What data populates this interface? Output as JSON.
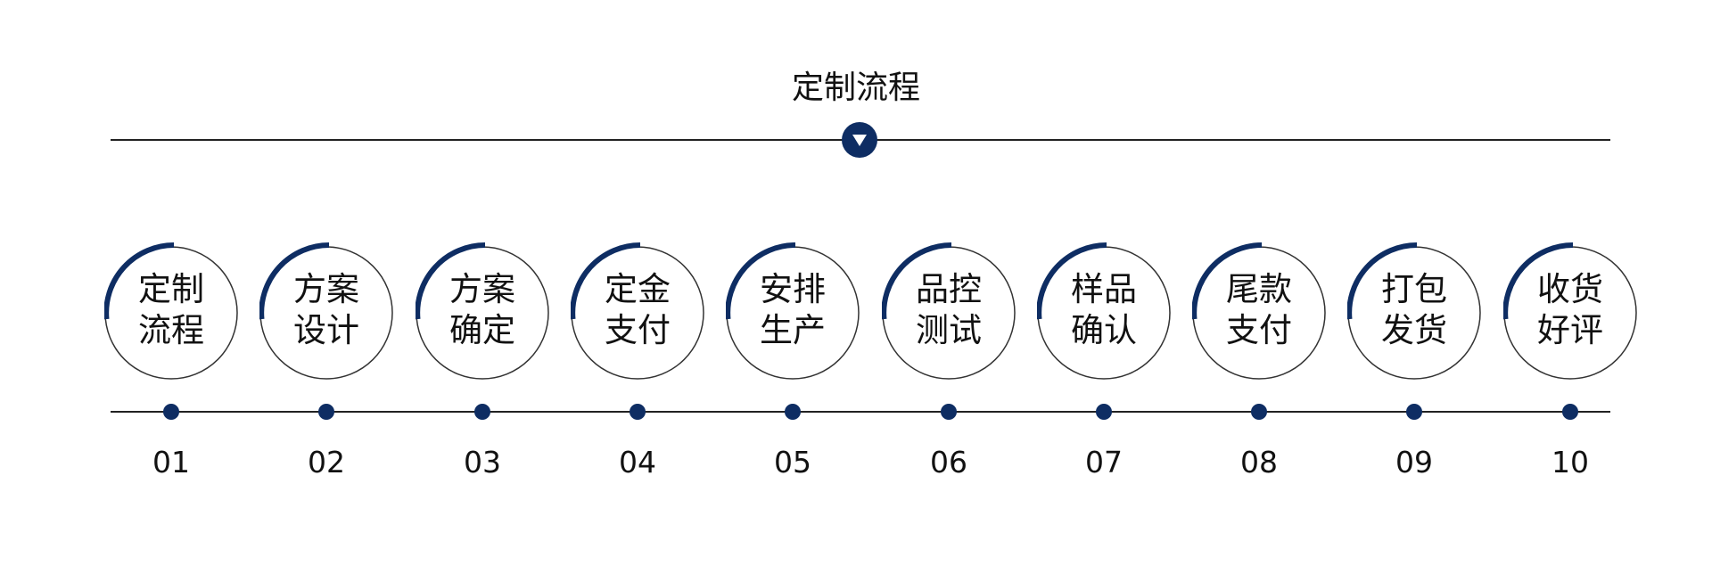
{
  "title": "定制流程",
  "colors": {
    "accent": "#0e2d63",
    "line": "#222222",
    "text": "#111111"
  },
  "marker_icon": "triangle-down-icon",
  "steps": [
    {
      "label": "定制\n流程",
      "number": "01"
    },
    {
      "label": "方案\n设计",
      "number": "02"
    },
    {
      "label": "方案\n确定",
      "number": "03"
    },
    {
      "label": "定金\n支付",
      "number": "04"
    },
    {
      "label": "安排\n生产",
      "number": "05"
    },
    {
      "label": "品控\n测试",
      "number": "06"
    },
    {
      "label": "样品\n确认",
      "number": "07"
    },
    {
      "label": "尾款\n支付",
      "number": "08"
    },
    {
      "label": "打包\n发货",
      "number": "09"
    },
    {
      "label": "收货\n好评",
      "number": "10"
    }
  ]
}
